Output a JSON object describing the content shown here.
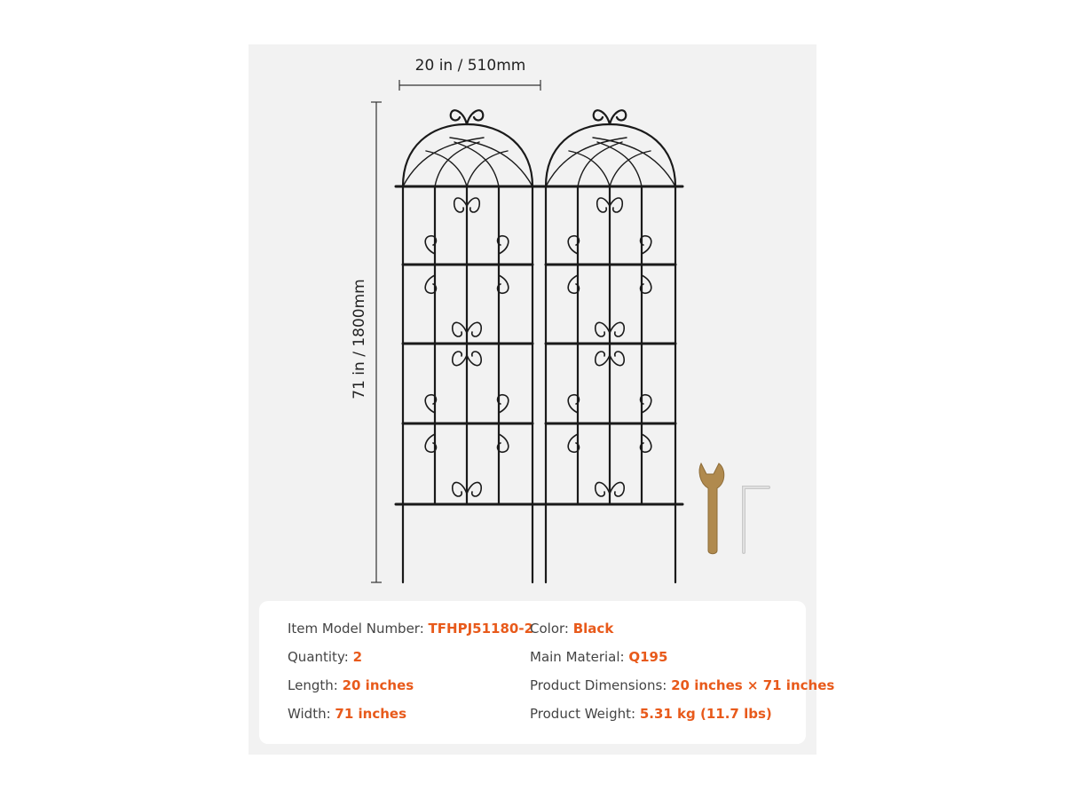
{
  "dimensions": {
    "width_label": "20 in / 510mm",
    "height_label": "71 in / 1800mm"
  },
  "product": {
    "name": "garden trellis panels",
    "panel_count": 2,
    "accessories": [
      "wrench-icon",
      "allen-key-icon"
    ],
    "colors": {
      "frame": "#1a1a1a",
      "wrench": "#b08a4e",
      "allen_key": "#c8c8c8"
    }
  },
  "specs": {
    "model": {
      "label": "Item Model Number:",
      "value": "TFHPJ51180-2"
    },
    "color": {
      "label": "Color:",
      "value": "Black"
    },
    "quantity": {
      "label": "Quantity:",
      "value": "2"
    },
    "material": {
      "label": "Main Material:",
      "value": "Q195"
    },
    "length": {
      "label": "Length:",
      "value": "20 inches"
    },
    "dimensions": {
      "label": "Product Dimensions:",
      "value": "20 inches × 71 inches"
    },
    "width": {
      "label": "Width:",
      "value": "71 inches"
    },
    "weight": {
      "label": "Product Weight:",
      "value": "5.31 kg (11.7 lbs)"
    }
  },
  "theme": {
    "accent": "#e85a1b",
    "label_text": "#444444",
    "panel_bg": "#f2f2f2"
  }
}
